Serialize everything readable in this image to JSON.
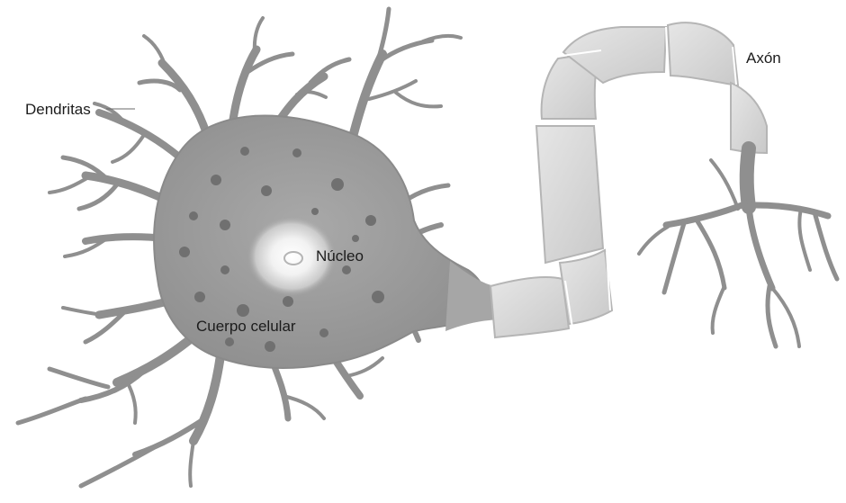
{
  "labels": {
    "dendrites": "Dendritas",
    "nucleus": "Núcleo",
    "cell_body": "Cuerpo celular",
    "axon": "Axón"
  },
  "colors": {
    "background": "#ffffff",
    "cell_fill": "#9a9a9a",
    "cell_outline": "#7d7d7d",
    "dots": "#6f6f6f",
    "nucleus_glow": "#f4f4f4",
    "myelin_fill": "#d9d9d9",
    "myelin_edge": "#bdbdbd",
    "text": "#1c1c1c"
  }
}
